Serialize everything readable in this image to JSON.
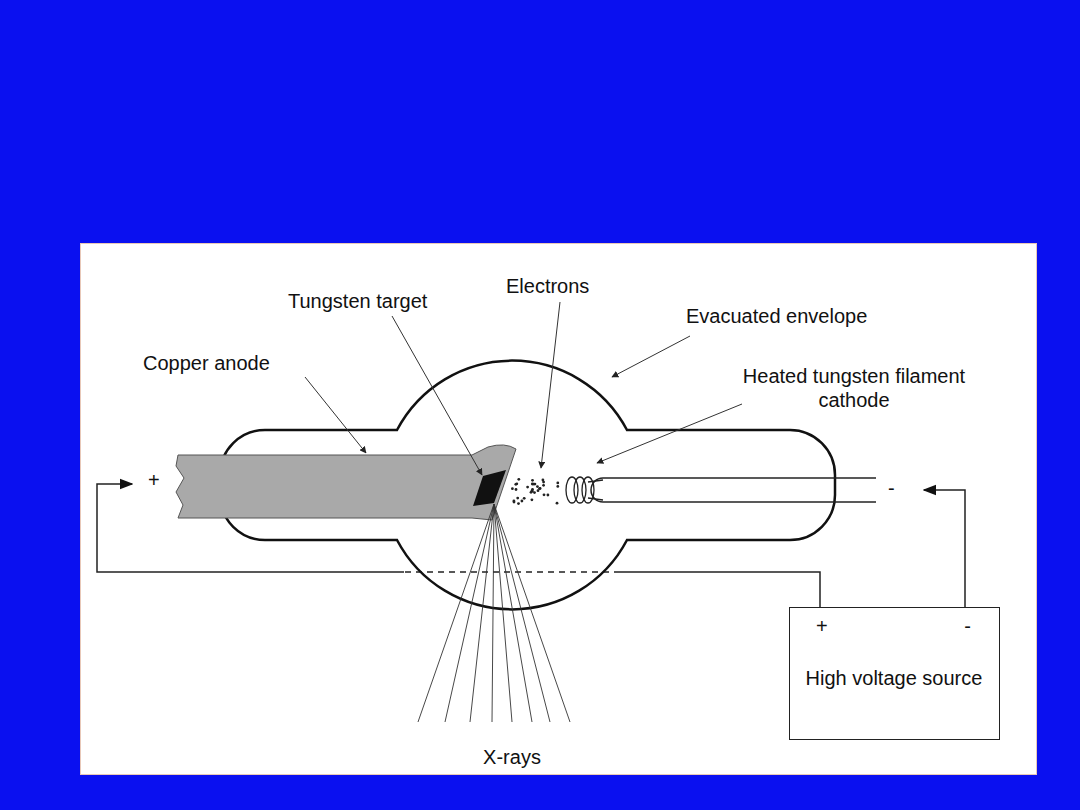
{
  "diagram": {
    "nodes": [
      {
        "text": [
          "+",
          "-",
          "High voltage source"
        ]
      }
    ],
    "labels": [
      "Tungsten target",
      "Electrons",
      "Evacuated envelope",
      "Copper anode",
      "Heated tungsten filament cathode",
      "+",
      "-",
      "X-rays"
    ]
  }
}
